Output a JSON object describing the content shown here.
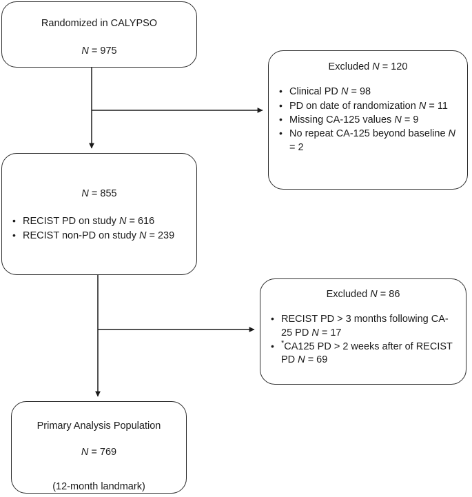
{
  "diagram": {
    "title": "CALYPSO study CONSORT-style patient flow diagram",
    "stroke_color": "#2b2b2b",
    "background_color": "#ffffff"
  },
  "boxes": {
    "randomized": {
      "line1": "Randomized in CALYPSO",
      "n_label": "N",
      "n_value": "= 975"
    },
    "eligible": {
      "n_label": "N",
      "n_value": "= 855",
      "bullets": [
        {
          "text": "RECIST PD on study ",
          "n_label": "N",
          "n_value": "= 616"
        },
        {
          "text": "RECIST non-PD on study ",
          "n_label": "N",
          "n_value": "= 239"
        }
      ]
    },
    "primary": {
      "line1": "Primary Analysis Population",
      "n_label": "N",
      "n_value": "= 769",
      "line3": "(12-month landmark)"
    },
    "excluded_1": {
      "heading_text": "Excluded ",
      "heading_n_label": "N",
      "heading_n_value": "= 120",
      "bullets": [
        {
          "text": "Clinical PD ",
          "n_label": "N",
          "n_value": "= 98"
        },
        {
          "text": "PD on date of randomization ",
          "n_label": "N",
          "n_value": "= 11"
        },
        {
          "text": "Missing CA-125 values ",
          "n_label": "N",
          "n_value": "= 9"
        },
        {
          "text": "No repeat CA-125 beyond baseline ",
          "n_label": "N",
          "n_value": "= 2"
        }
      ]
    },
    "excluded_2": {
      "heading_text": "Excluded ",
      "heading_n_label": "N",
      "heading_n_value": "= 86",
      "bullets": [
        {
          "star": "",
          "text": "RECIST PD > 3 months following CA-25 PD ",
          "n_label": "N",
          "n_value": "= 17"
        },
        {
          "star": "*",
          "text": "CA125 PD > 2 weeks after of RECIST PD ",
          "n_label": "N",
          "n_value": "= 69"
        }
      ]
    }
  },
  "connectors": [
    {
      "name": "randomized-to-eligible",
      "from": "randomized",
      "to": "eligible",
      "orientation": "vertical"
    },
    {
      "name": "randomized-to-excluded-1",
      "from": "randomized",
      "to": "excluded_1",
      "orientation": "horizontal-branch"
    },
    {
      "name": "eligible-to-primary",
      "from": "eligible",
      "to": "primary",
      "orientation": "vertical"
    },
    {
      "name": "eligible-to-excluded-2",
      "from": "eligible",
      "to": "excluded_2",
      "orientation": "horizontal-branch"
    }
  ]
}
